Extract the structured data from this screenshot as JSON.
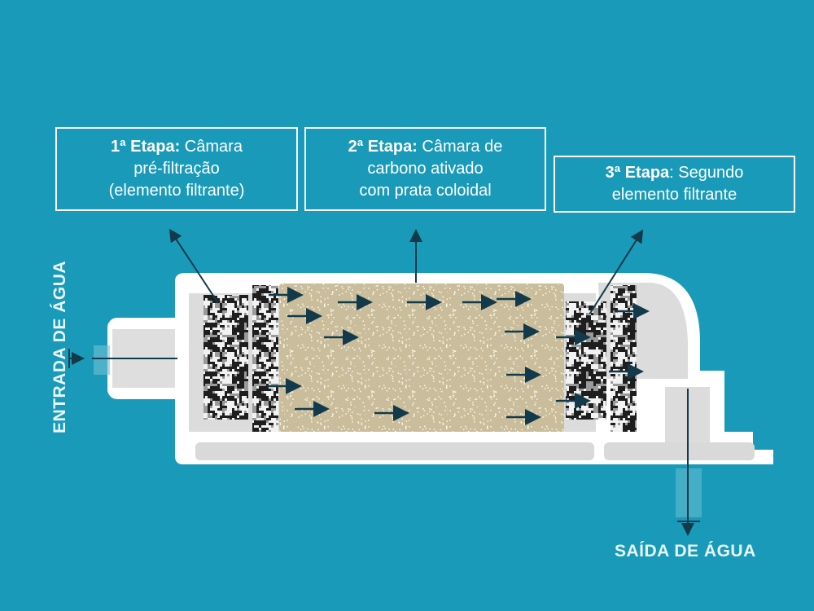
{
  "stages": [
    {
      "step": "1ª Etapa:",
      "lines": [
        " Câmara",
        "pré-filtração",
        "(elemento filtrante)"
      ]
    },
    {
      "step": "2ª Etapa:",
      "lines": [
        " Câmara de",
        "carbono ativado",
        "com prata coloidal"
      ]
    },
    {
      "step": "3ª Etapa",
      "lines": [
        ": Segundo",
        "elemento filtrante"
      ]
    }
  ],
  "inlet_label": "ENTRADA DE ÁGUA",
  "outlet_label": "SAÍDA DE ÁGUA",
  "colors": {
    "background": "#1a9ab9",
    "housing": "#ffffff",
    "chamber": "#d9d9d9",
    "carbon": "#c9bd9b",
    "arrow": "#123a4a"
  }
}
